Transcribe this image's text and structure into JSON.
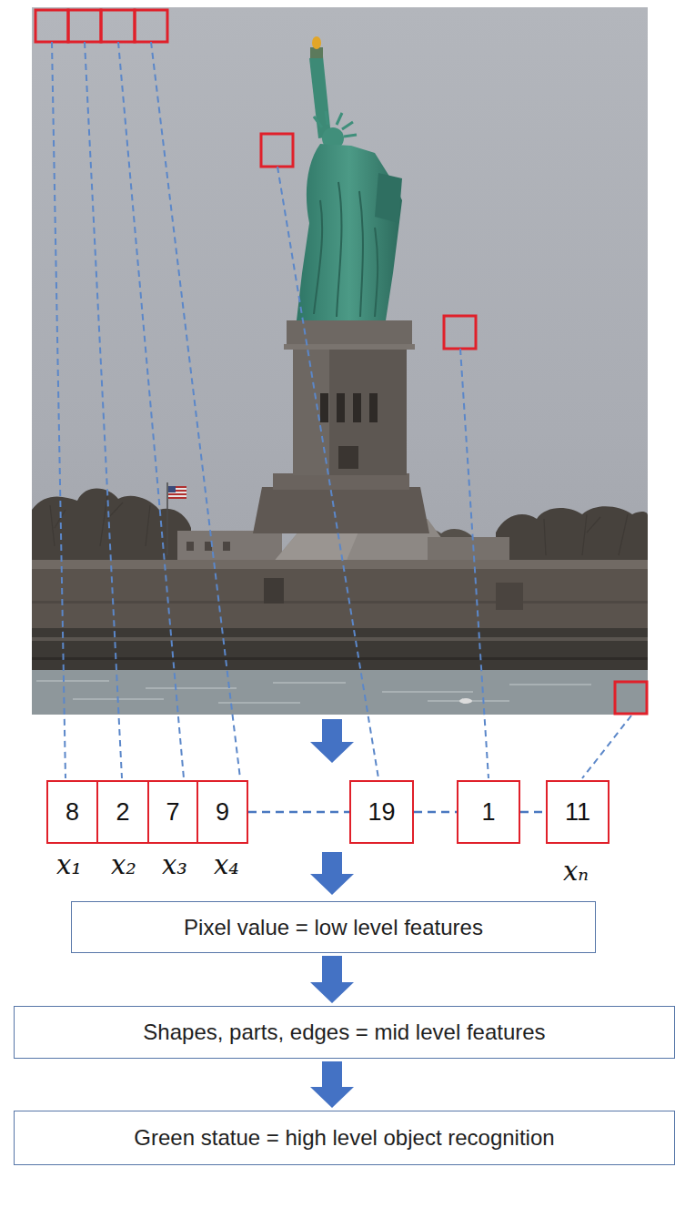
{
  "diagram": {
    "nodes": [
      {
        "text": [
          "8"
        ]
      },
      {
        "text": [
          "2"
        ]
      },
      {
        "text": [
          "7"
        ]
      },
      {
        "text": [
          "9"
        ]
      },
      {
        "text": [
          "19"
        ]
      },
      {
        "text": [
          "1"
        ]
      },
      {
        "text": [
          "11"
        ]
      },
      {
        "text": [
          "Pixel value = low level features"
        ]
      },
      {
        "text": [
          "Shapes, parts, edges = mid level features"
        ]
      },
      {
        "text": [
          "Green statue = high level object recognition"
        ]
      }
    ],
    "edges": [
      {
        "from": 3,
        "to": 4,
        "arrow": "none"
      },
      {
        "from": 4,
        "to": 5,
        "arrow": "none"
      },
      {
        "from": 5,
        "to": 6,
        "arrow": "none"
      },
      {
        "from": 7,
        "to": 8,
        "arrow": "to"
      },
      {
        "from": 8,
        "to": 9,
        "arrow": "to"
      }
    ],
    "labels": [
      "x₁",
      "x₂",
      "x₃",
      "x₄",
      "xₙ"
    ]
  }
}
